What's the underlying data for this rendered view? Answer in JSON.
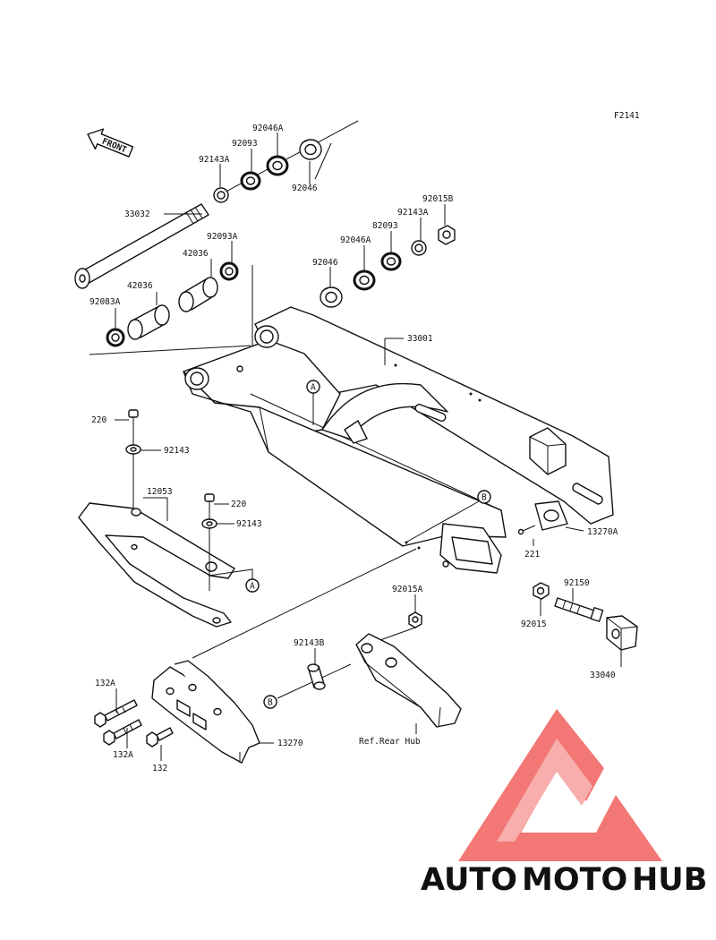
{
  "diagram_code": "F2141",
  "front_label": "FRONT",
  "ref_rear_hub": "Ref.Rear Hub",
  "callout_a": "A",
  "callout_b": "B",
  "labels": {
    "p82046A": "92046A",
    "p92093_top": "92093",
    "p92143A_top": "92143A",
    "p92046_top": "92046",
    "p33032": "33032",
    "p92093A": "92093A",
    "p42036_a": "42036",
    "p42036_b": "42036",
    "p92083A": "92083A",
    "p92015B": "92015B",
    "p92143A_r": "92143A",
    "p82093_r": "82093",
    "p92046A_r": "92046A",
    "p92046_r": "92046",
    "p33001": "33001",
    "p220_a": "220",
    "p92143_a": "92143",
    "p12053": "12053",
    "p220_b": "220",
    "p92143_b": "92143",
    "p221": "221",
    "p13270A": "13270A",
    "p92150": "92150",
    "p92015A": "92015A",
    "p92015": "92015",
    "p33040": "33040",
    "p92143B": "92143B",
    "p132A_a": "132A",
    "p132A_b": "132A",
    "p132": "132",
    "p13270": "13270"
  },
  "watermark": {
    "part1": "AUTO",
    "part2": "MOTO",
    "part3": "HUB",
    "color1": "#f6b43b",
    "color2": "#f0928f",
    "color3": "#4a4a4a",
    "logo_color": "#f26d6a"
  }
}
